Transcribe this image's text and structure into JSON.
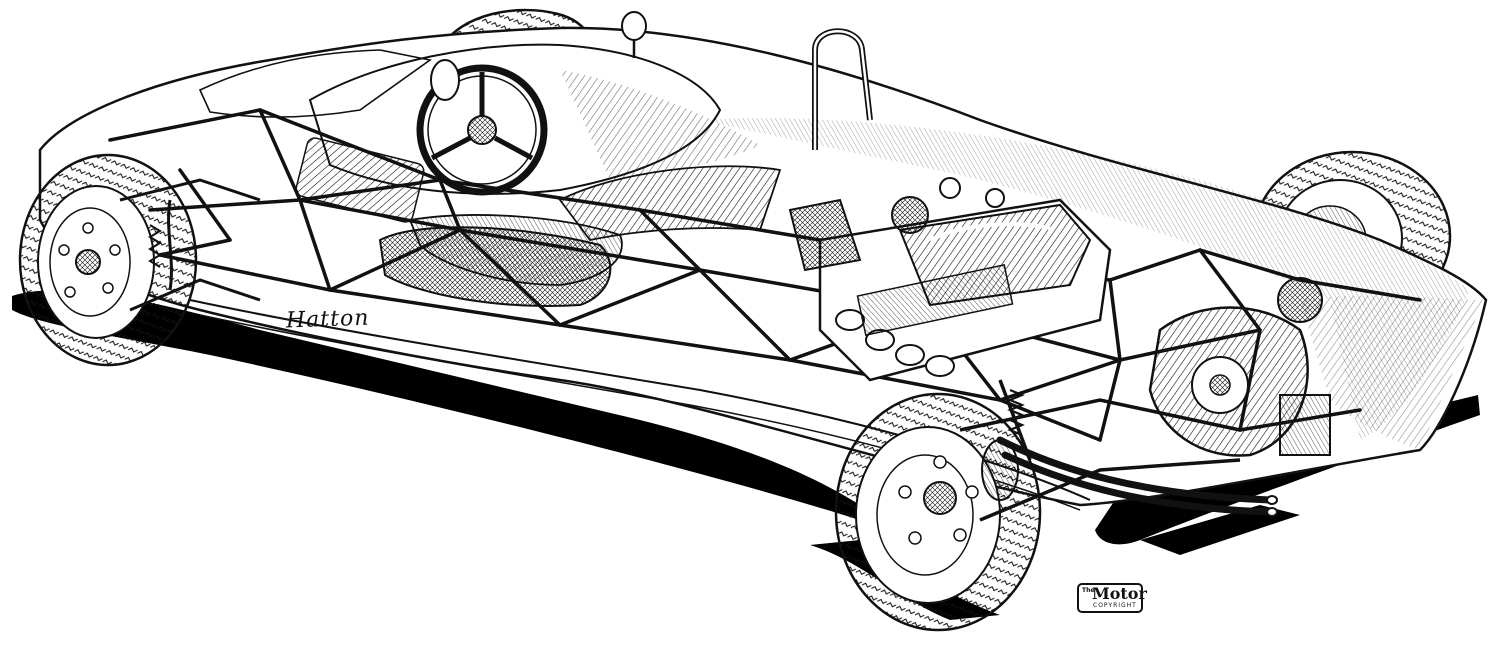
{
  "illustration": {
    "signature": "Hatton",
    "stamp": {
      "prefix": "The",
      "name": "Motor",
      "notice": "COPYRIGHT"
    }
  },
  "colors": {
    "ink": "#111111",
    "paper": "#ffffff",
    "shadow": "#000000"
  }
}
